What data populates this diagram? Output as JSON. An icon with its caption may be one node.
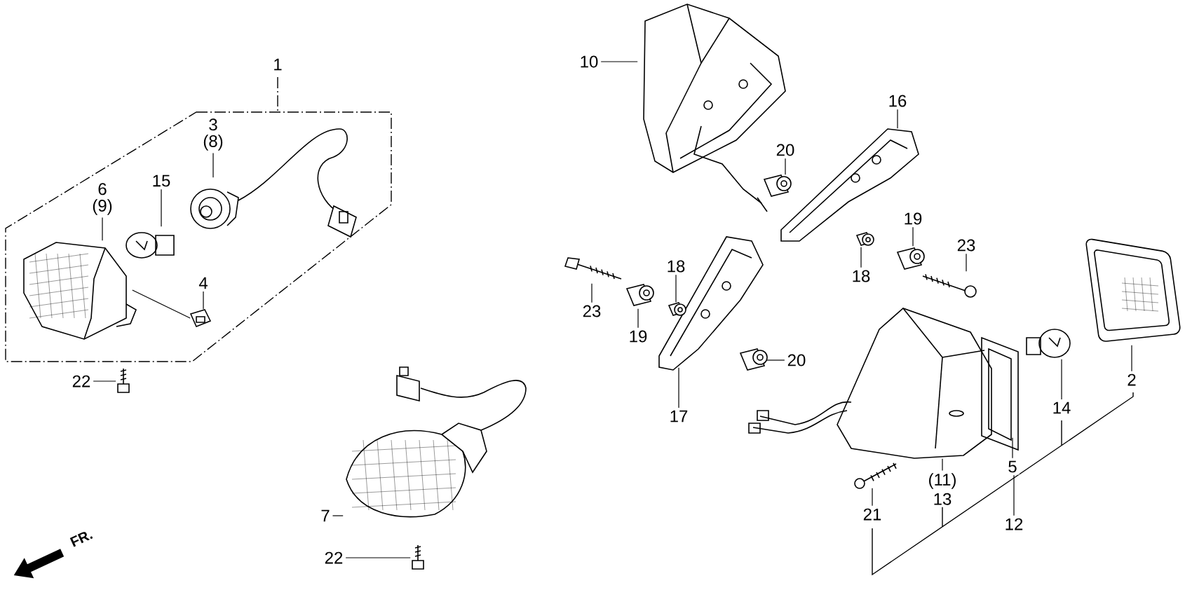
{
  "diagram": {
    "nodes": [
      {
        "text": [
          "1"
        ]
      },
      {
        "text": [
          "3",
          "(8)"
        ]
      },
      {
        "text": [],
        "shape": "picture"
      },
      {
        "text": [
          "6",
          "(9)"
        ]
      },
      {
        "text": [],
        "shape": "picture"
      },
      {
        "text": [
          "15"
        ]
      },
      {
        "text": [],
        "shape": "picture"
      },
      {
        "text": [
          "4"
        ]
      },
      {
        "text": [],
        "shape": "picture"
      },
      {
        "text": [
          "22"
        ]
      },
      {
        "text": [],
        "shape": "picture"
      },
      {
        "text": [
          "7"
        ]
      },
      {
        "text": [],
        "shape": "picture"
      },
      {
        "text": [
          "22"
        ]
      },
      {
        "text": [],
        "shape": "picture"
      },
      {
        "text": [
          "10"
        ]
      },
      {
        "text": [],
        "shape": "picture"
      },
      {
        "text": [
          "16"
        ]
      },
      {
        "text": [],
        "shape": "picture"
      },
      {
        "text": [
          "20"
        ]
      },
      {
        "text": [],
        "shape": "picture"
      },
      {
        "text": [
          "17"
        ]
      },
      {
        "text": [],
        "shape": "picture"
      },
      {
        "text": [
          "23"
        ]
      },
      {
        "text": [],
        "shape": "picture"
      },
      {
        "text": [
          "19"
        ]
      },
      {
        "text": [],
        "shape": "picture"
      },
      {
        "text": [
          "18"
        ]
      },
      {
        "text": [],
        "shape": "picture"
      },
      {
        "text": [
          "20"
        ]
      },
      {
        "text": [],
        "shape": "picture"
      },
      {
        "text": [
          "18"
        ]
      },
      {
        "text": [],
        "shape": "picture"
      },
      {
        "text": [
          "19"
        ]
      },
      {
        "text": [],
        "shape": "picture"
      },
      {
        "text": [
          "23"
        ]
      },
      {
        "text": [],
        "shape": "picture"
      },
      {
        "text": [
          "(11)",
          "13"
        ]
      },
      {
        "text": [],
        "shape": "picture"
      },
      {
        "text": [
          "5"
        ]
      },
      {
        "text": [],
        "shape": "picture"
      },
      {
        "text": [
          "12"
        ]
      },
      {
        "text": [
          "14"
        ]
      },
      {
        "text": [],
        "shape": "picture"
      },
      {
        "text": [
          "2"
        ]
      },
      {
        "text": [],
        "shape": "picture"
      },
      {
        "text": [
          "21"
        ]
      },
      {
        "text": [],
        "shape": "picture"
      }
    ],
    "edges": [
      {
        "from": 1,
        "to": 2,
        "arrow": "none"
      },
      {
        "from": 3,
        "to": 4,
        "arrow": "none"
      },
      {
        "from": 5,
        "to": 6,
        "arrow": "none"
      },
      {
        "from": 7,
        "to": 8,
        "arrow": "none"
      },
      {
        "from": 9,
        "to": 10,
        "arrow": "none"
      },
      {
        "from": 11,
        "to": 12,
        "arrow": "none"
      },
      {
        "from": 13,
        "to": 14,
        "arrow": "none"
      },
      {
        "from": 15,
        "to": 16,
        "arrow": "none"
      },
      {
        "from": 17,
        "to": 18,
        "arrow": "none"
      },
      {
        "from": 19,
        "to": 20,
        "arrow": "none"
      },
      {
        "from": 21,
        "to": 22,
        "arrow": "none"
      },
      {
        "from": 23,
        "to": 24,
        "arrow": "none"
      },
      {
        "from": 25,
        "to": 26,
        "arrow": "none"
      },
      {
        "from": 27,
        "to": 28,
        "arrow": "none"
      },
      {
        "from": 29,
        "to": 30,
        "arrow": "none"
      },
      {
        "from": 31,
        "to": 32,
        "arrow": "none"
      },
      {
        "from": 33,
        "to": 34,
        "arrow": "none"
      },
      {
        "from": 35,
        "to": 36,
        "arrow": "none"
      },
      {
        "from": 37,
        "to": 38,
        "arrow": "none"
      },
      {
        "from": 39,
        "to": 40,
        "arrow": "none"
      },
      {
        "from": 41,
        "to": 39,
        "arrow": "none"
      },
      {
        "from": 42,
        "to": 43,
        "arrow": "none"
      },
      {
        "from": 44,
        "to": 45,
        "arrow": "none"
      },
      {
        "from": 46,
        "to": 47,
        "arrow": "none"
      },
      {
        "from": 4,
        "to": 8,
        "arrow": "none"
      }
    ],
    "labels": [
      "FR."
    ]
  }
}
